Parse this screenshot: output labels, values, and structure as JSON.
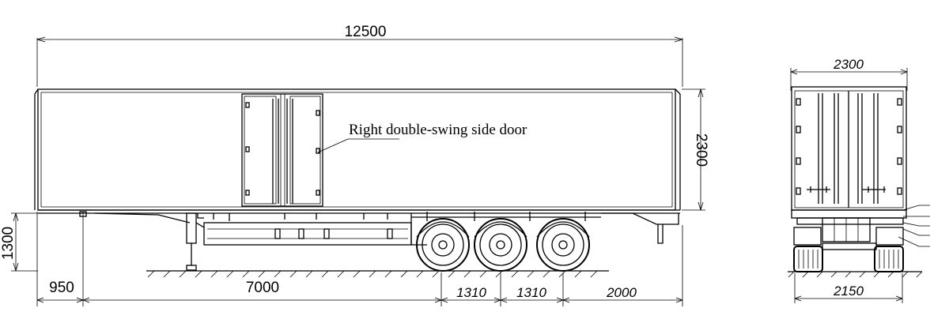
{
  "side_view": {
    "overall_length": "12500",
    "body_height": "2300",
    "fifth_wheel_height": "1300",
    "kingpin_offset": "950",
    "kingpin_to_axle": "7000",
    "axle_spacing_1": "1310",
    "axle_spacing_2": "1310",
    "rear_overhang": "2000",
    "door_callout": "Right double-swing side door"
  },
  "rear_view": {
    "body_width": "2300",
    "track_width": "2150"
  }
}
